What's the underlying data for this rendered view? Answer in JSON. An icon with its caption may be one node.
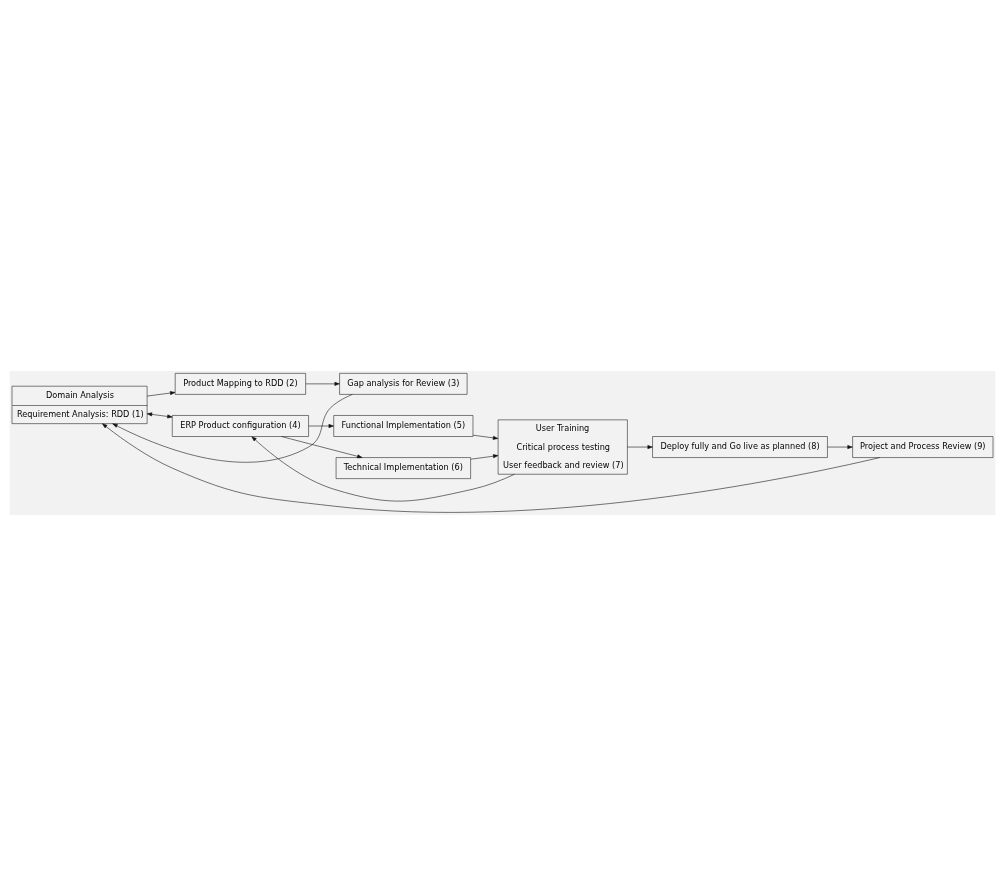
{
  "diagram": {
    "nodes": [
      {
        "text": [
          "Domain Analysis",
          "Requirement Analysis: RDD (1)"
        ]
      },
      {
        "text": [
          "Product Mapping to RDD (2)"
        ]
      },
      {
        "text": [
          "Gap analysis for Review (3)"
        ]
      },
      {
        "text": [
          "ERP Product configuration (4)"
        ]
      },
      {
        "text": [
          "Functional Implementation (5)"
        ]
      },
      {
        "text": [
          "Technical Implementation (6)"
        ]
      },
      {
        "text": [
          "User Training",
          "Critical process testing",
          "User feedback and review (7)"
        ]
      },
      {
        "text": [
          "Deploy fully and Go live as planned (8)"
        ]
      },
      {
        "text": [
          "Project and Process Review (9)"
        ]
      }
    ],
    "edges": [
      {
        "from": 0,
        "to": 1,
        "arrow": "to"
      },
      {
        "from": 1,
        "to": 2,
        "arrow": "to"
      },
      {
        "from": 2,
        "to": 0,
        "arrow": "to"
      },
      {
        "from": 0,
        "to": 3,
        "arrow": "both"
      },
      {
        "from": 3,
        "to": 4,
        "arrow": "to"
      },
      {
        "from": 3,
        "to": 5,
        "arrow": "to"
      },
      {
        "from": 4,
        "to": 6,
        "arrow": "to"
      },
      {
        "from": 5,
        "to": 6,
        "arrow": "to"
      },
      {
        "from": 6,
        "to": 7,
        "arrow": "to"
      },
      {
        "from": 7,
        "to": 8,
        "arrow": "to"
      },
      {
        "from": 6,
        "to": 3,
        "arrow": "to"
      },
      {
        "from": 8,
        "to": 0,
        "arrow": "to"
      }
    ]
  }
}
